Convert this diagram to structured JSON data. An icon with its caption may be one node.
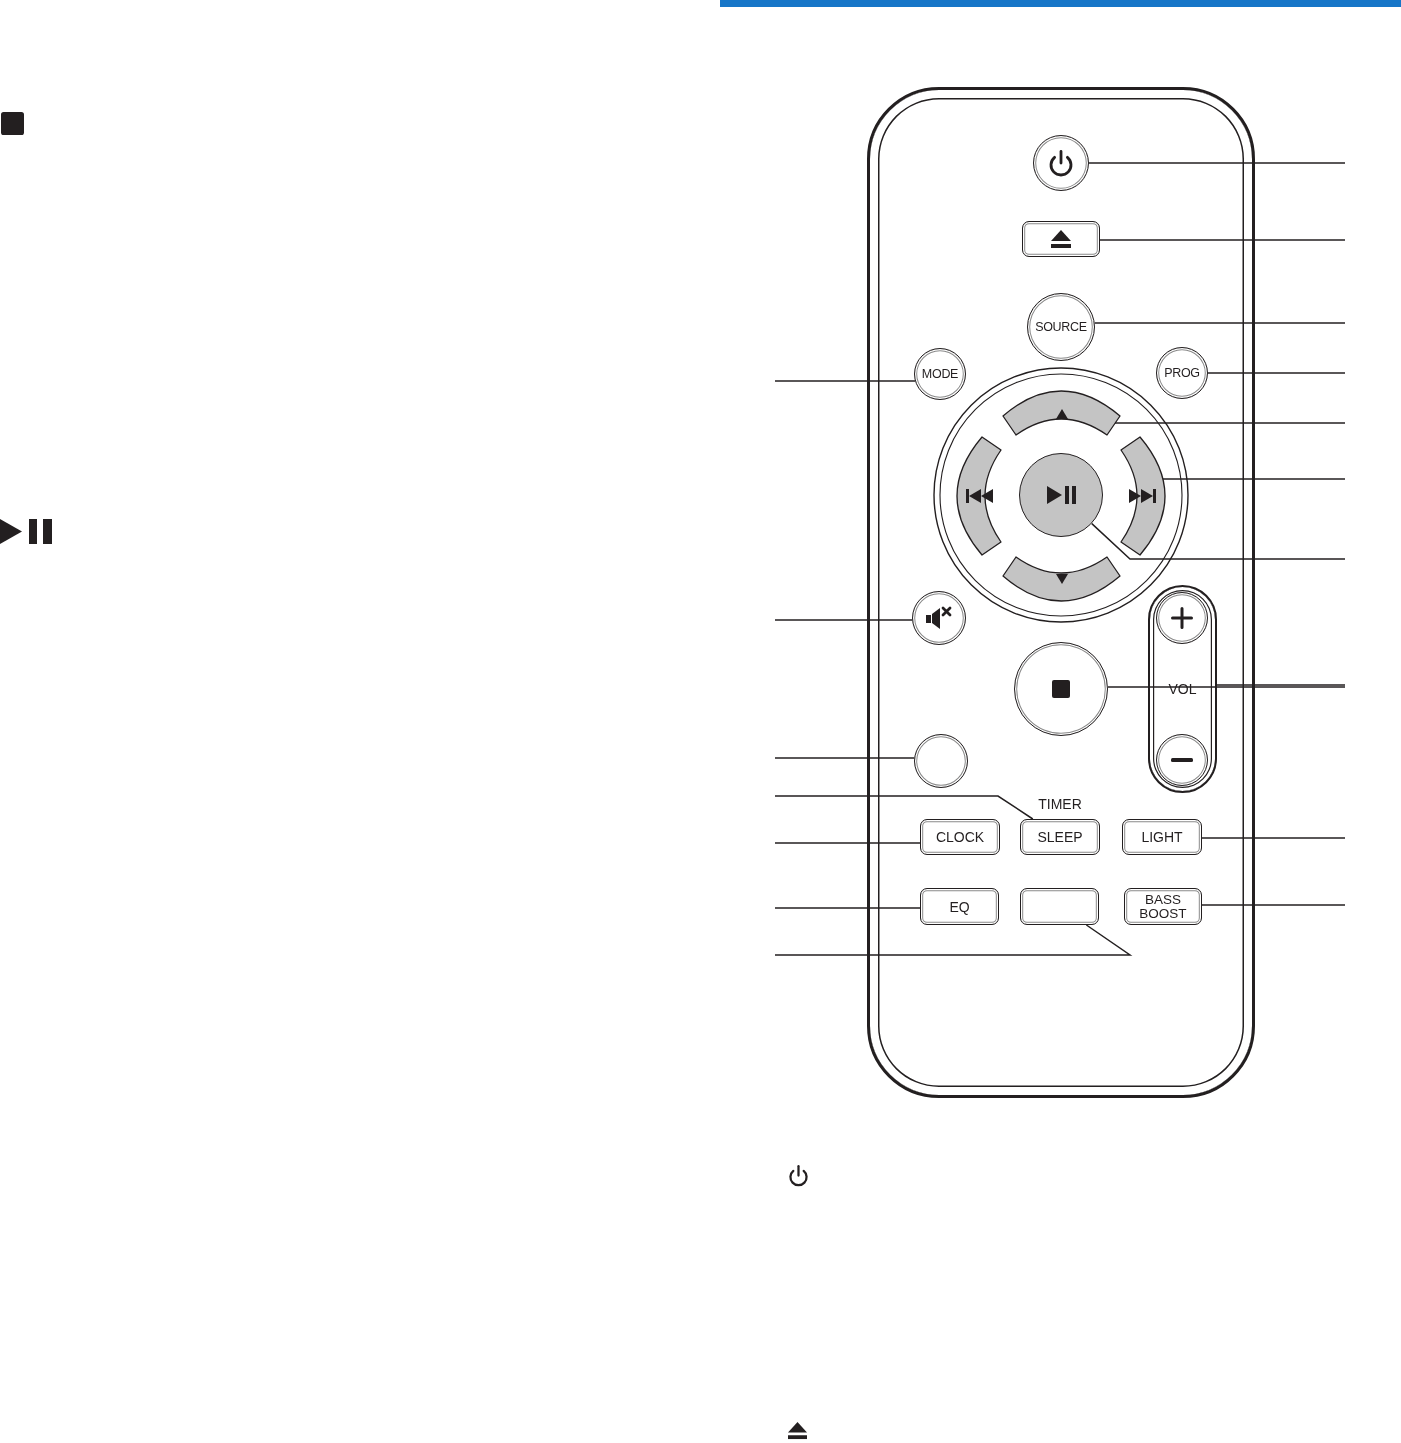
{
  "diagram": {
    "nodes": [
      {
        "text": [],
        "shape": "box"
      },
      {
        "text": [],
        "shape": "circle",
        "in": 0
      },
      {
        "text": [],
        "shape": "box",
        "in": 0
      },
      {
        "text": [
          "SOURCE"
        ],
        "in": 0
      },
      {
        "text": [
          "MODE"
        ],
        "in": 0
      },
      {
        "text": [
          "PROG"
        ],
        "in": 0
      },
      {
        "text": [],
        "shape": "box",
        "in": 0
      },
      {
        "text": [],
        "shape": "box",
        "in": 0
      },
      {
        "text": [],
        "shape": "circle",
        "in": 0
      },
      {
        "text": [],
        "shape": "box",
        "in": 0
      },
      {
        "text": [],
        "shape": "box",
        "in": 0
      },
      {
        "text": [],
        "shape": "circle",
        "in": 0
      },
      {
        "text": [
          "VOL"
        ],
        "in": 0
      },
      {
        "text": [],
        "shape": "circle",
        "in": 12
      },
      {
        "text": [],
        "shape": "circle",
        "in": 0
      },
      {
        "text": [],
        "shape": "circle",
        "in": 12
      },
      {
        "text": [],
        "shape": "circle",
        "in": 0
      },
      {
        "text": [
          "CLOCK"
        ],
        "in": 0
      },
      {
        "text": [
          "SLEEP"
        ],
        "beside": [
          "TIMER"
        ],
        "in": 0
      },
      {
        "text": [
          "LIGHT"
        ],
        "in": 0
      },
      {
        "text": [
          "EQ"
        ],
        "in": 0
      },
      {
        "text": [],
        "shape": "box",
        "in": 0
      },
      {
        "text": [
          "BASS BOOST"
        ],
        "in": 0
      }
    ],
    "edges": [
      {
        "from": null,
        "to": 1,
        "arrow": "none"
      },
      {
        "from": null,
        "to": 2,
        "arrow": "none"
      },
      {
        "from": null,
        "to": 3,
        "arrow": "none"
      },
      {
        "from": null,
        "to": 5,
        "arrow": "none"
      },
      {
        "from": null,
        "to": 4,
        "arrow": "none"
      },
      {
        "from": null,
        "to": 6,
        "arrow": "none"
      },
      {
        "from": null,
        "to": 9,
        "arrow": "none"
      },
      {
        "from": null,
        "to": 8,
        "arrow": "none"
      },
      {
        "from": null,
        "to": 11,
        "arrow": "none"
      },
      {
        "from": null,
        "to": 12,
        "arrow": "none"
      },
      {
        "from": null,
        "to": 14,
        "arrow": "none"
      },
      {
        "from": null,
        "to": 16,
        "arrow": "none"
      },
      {
        "from": null,
        "to": 18,
        "arrow": "none"
      },
      {
        "from": null,
        "to": 19,
        "arrow": "none"
      },
      {
        "from": null,
        "to": 17,
        "arrow": "none"
      },
      {
        "from": null,
        "to": 22,
        "arrow": "none"
      },
      {
        "from": null,
        "to": 20,
        "arrow": "none"
      },
      {
        "from": null,
        "to": 21,
        "arrow": "none"
      }
    ]
  }
}
